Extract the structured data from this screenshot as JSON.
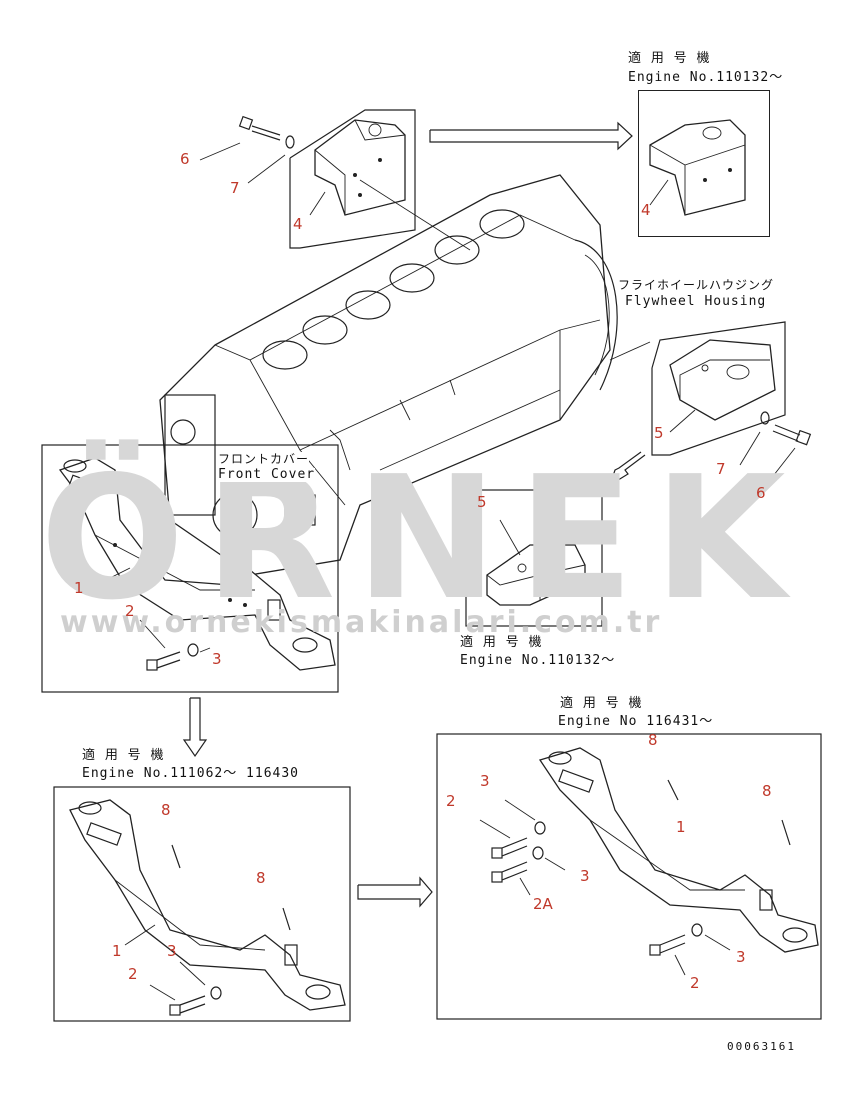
{
  "watermark": {
    "brand": "ÖRNEK",
    "url": "www.ornekismakinalari.com.tr"
  },
  "labels": {
    "applicable_jp": "適 用 号 機",
    "engine_top_right": "Engine No.110132〜",
    "flywheel_jp": "フライホイールハウジング",
    "flywheel_en": "Flywheel Housing",
    "front_cover_jp": "フロントカバー",
    "front_cover_en": "Front Cover",
    "engine_middle": "Engine No.110132〜",
    "engine_bottom_left": "Engine No.111062〜 116430",
    "engine_bottom_right": "Engine No 116431〜"
  },
  "callouts": {
    "top_left": [
      "6",
      "7",
      "4"
    ],
    "top_right": [
      "4"
    ],
    "right_bracket": [
      "5",
      "7",
      "6"
    ],
    "middle_box": [
      "5"
    ],
    "left_box": [
      "1",
      "2",
      "3"
    ],
    "bottom_left": [
      "8",
      "8",
      "1",
      "3",
      "2"
    ],
    "bottom_right": [
      "8",
      "8",
      "1",
      "2",
      "3",
      "3",
      "2A",
      "2",
      "3"
    ]
  },
  "footer": {
    "drawing_number": "00063161"
  }
}
